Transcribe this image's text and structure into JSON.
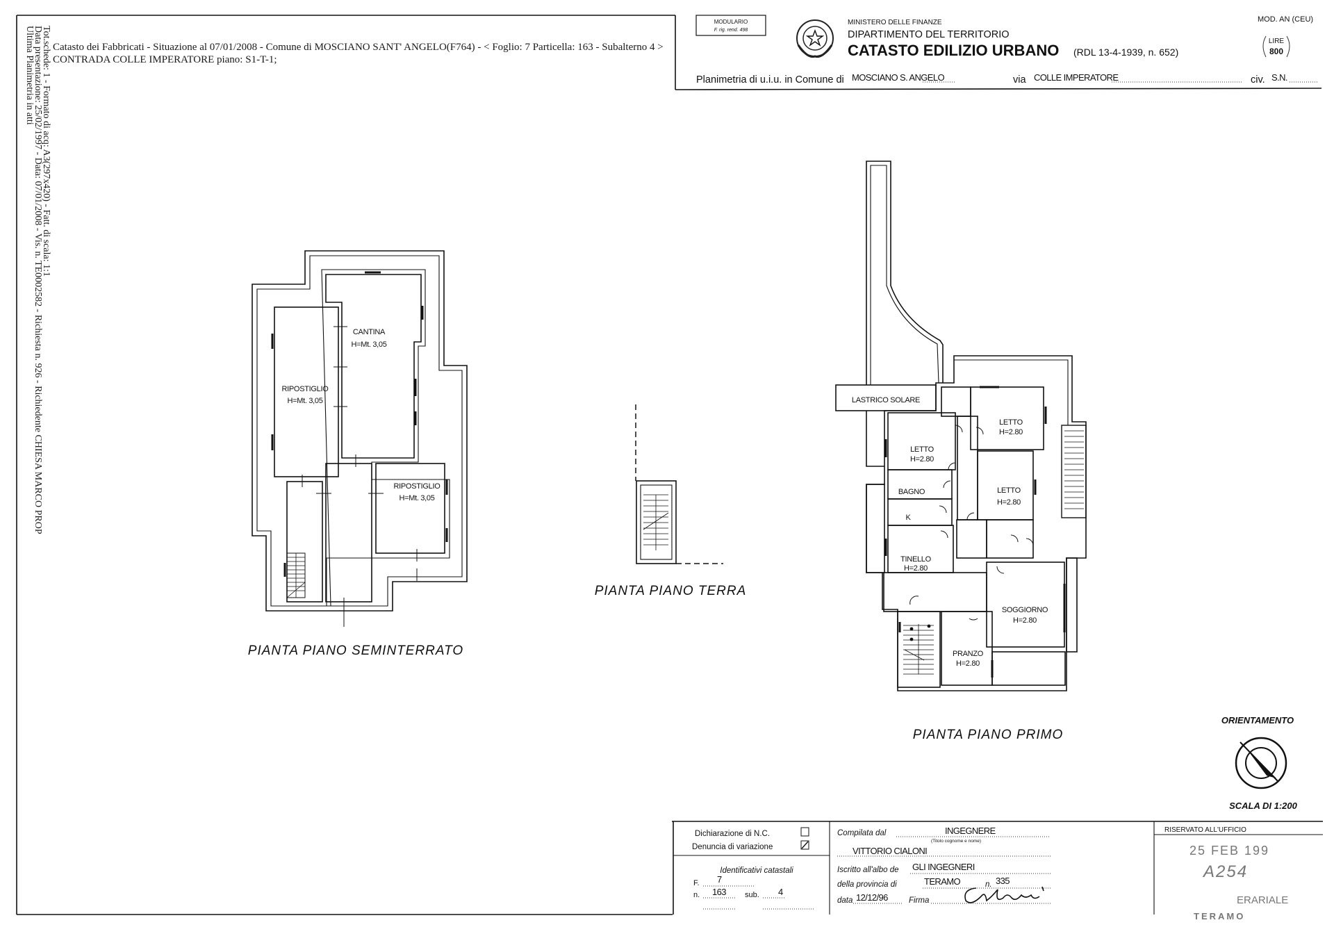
{
  "header_left": {
    "line1": "Catasto dei Fabbricati - Situazione al 07/01/2008 - Comune di MOSCIANO SANT' ANGELO(F764) - < Foglio: 7 Particella: 163 - Subalterno 4 >",
    "line2": "CONTRADA COLLE IMPERATORE piano: S1-T-1;"
  },
  "side_info": [
    "Ultima Planimetria in atti",
    "Data presentazione: 25/02/1997 - Data: 07/01/2008 - Vis. n. TE0002582 - Richiesta n. 926 - Richiedente CHIESA MARCO PROP",
    "Tot.schede: 1 - Formato di acq: A3(297x420) - Fatt. di scala: 1:1"
  ],
  "form_header": {
    "modulario": "MODULARIO",
    "modulario_sub": "F. rig. rend. 498",
    "ministero": "MINISTERO DELLE FINANZE",
    "dipartimento": "DIPARTIMENTO DEL TERRITORIO",
    "catasto": "CATASTO EDILIZIO URBANO",
    "rdl": "(RDL 13-4-1939, n. 652)",
    "mod": "MOD. AN (CEU)",
    "lire_label": "LIRE",
    "lire_value": "800",
    "planimetria_label": "Planimetria di u.i.u. in Comune di",
    "comune": "MOSCIANO S. ANGELO",
    "via_label": "via",
    "via": "COLLE IMPERATORE",
    "civ_label": "civ.",
    "civ": "S.N."
  },
  "plans": {
    "seminterrato": {
      "title": "PIANTA PIANO SEMINTERRATO",
      "cantina": {
        "name": "CANTINA",
        "height": "H=Mt. 3,05"
      },
      "ripostiglio_1": {
        "name": "RIPOSTIGLIO",
        "height": "H=Mt. 3,05"
      },
      "ripostiglio_2": {
        "name": "RIPOSTIGLIO",
        "height": "H=Mt. 3,05"
      }
    },
    "terra": {
      "title": "PIANTA PIANO TERRA"
    },
    "primo": {
      "title": "PIANTA PIANO PRIMO",
      "lastrico": "LASTRICO SOLARE",
      "letto_1": {
        "name": "LETTO",
        "height": "H=2.80"
      },
      "letto_2": {
        "name": "LETTO",
        "height": "H=2.80"
      },
      "letto_3": {
        "name": "LETTO",
        "height": "H=2.80"
      },
      "bagno": "BAGNO",
      "k": "K",
      "tinello": {
        "name": "TINELLO",
        "height": "H=2.80"
      },
      "soggiorno": {
        "name": "SOGGIORNO",
        "height": "H=2.80"
      },
      "pranzo": {
        "name": "PRANZO",
        "height": "H=2.80"
      }
    }
  },
  "orientamento": "ORIENTAMENTO",
  "scala": "SCALA DI 1:200",
  "footer": {
    "dichiarazione": "Dichiarazione di N.C.",
    "denuncia": "Denuncia di variazione",
    "identificativi": "Identificativi catastali",
    "f_label": "F.",
    "f_value": "7",
    "n_label": "n.",
    "n_value": "163",
    "sub_label": "sub.",
    "sub_value": "4",
    "compilata_label": "Compilata dal",
    "compilata_value": "INGEGNERE",
    "titolo_hint": "(Titolo cognome e nome)",
    "nome": "VITTORIO CIALONI",
    "albo_label": "Iscritto all'albo de",
    "albo_value": "GLI INGEGNERI",
    "provincia_label": "della provincia di",
    "provincia_value": "TERAMO",
    "numero_label": "n.",
    "numero_value": "335",
    "data_label": "data",
    "data_value": "12/12/96",
    "firma_label": "Firma",
    "riservato": "RISERVATO ALL'UFFICIO",
    "stamp_date": "25 FEB 199",
    "stamp_number": "A254",
    "stamp_office": "ERARIALE",
    "stamp_city": "TERAMO"
  }
}
